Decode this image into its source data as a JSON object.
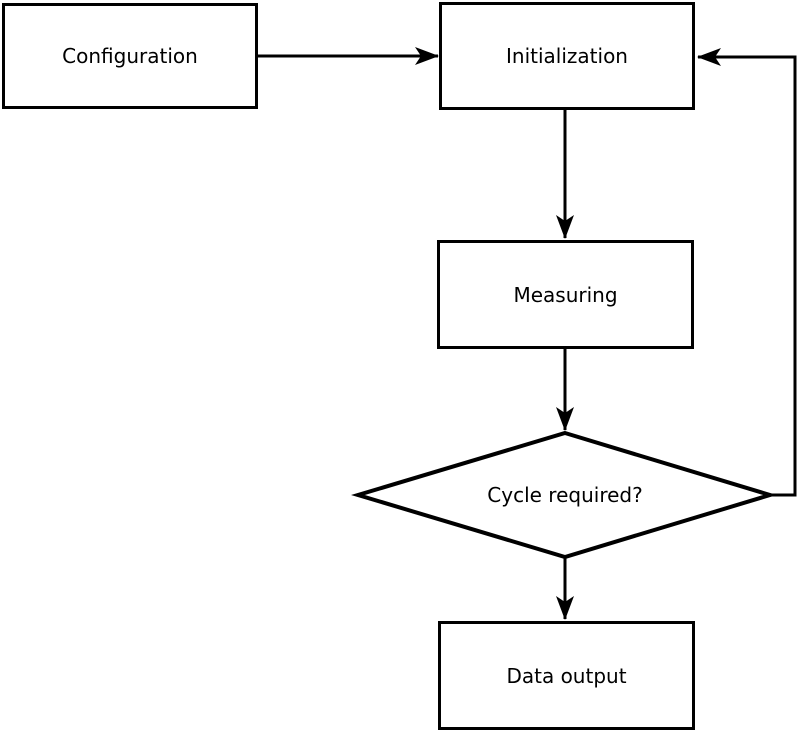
{
  "diagram": {
    "type": "flowchart",
    "colors": {
      "stroke": "#000000",
      "node_fill": "#ffffff",
      "background": "#ffffff",
      "text": "#000000"
    },
    "nodes": {
      "configuration": {
        "label": "Configuration",
        "shape": "rectangle"
      },
      "initialization": {
        "label": "Initialization",
        "shape": "rectangle"
      },
      "measuring": {
        "label": "Measuring",
        "shape": "rectangle"
      },
      "cycle_required": {
        "label": "Cycle required?",
        "shape": "diamond"
      },
      "data_output": {
        "label": "Data output",
        "shape": "rectangle"
      }
    },
    "edges": [
      {
        "from": "configuration",
        "to": "initialization",
        "style": "arrow"
      },
      {
        "from": "initialization",
        "to": "measuring",
        "style": "arrow"
      },
      {
        "from": "measuring",
        "to": "cycle_required",
        "style": "arrow"
      },
      {
        "from": "cycle_required",
        "to": "data_output",
        "style": "arrow"
      },
      {
        "from": "cycle_required",
        "to": "initialization",
        "style": "arrow",
        "kind": "feedback-loop"
      }
    ]
  }
}
